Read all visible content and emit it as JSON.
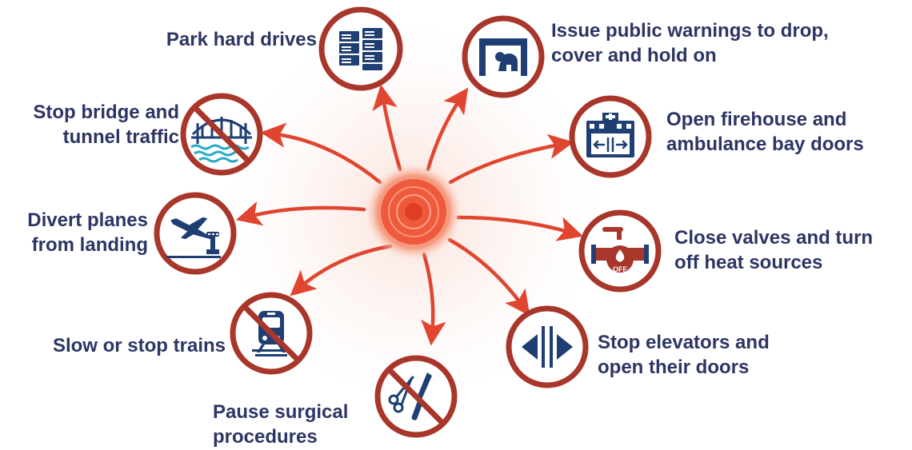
{
  "colors": {
    "accent": "#c0392b",
    "arrow": "#e0452f",
    "icon_ring": "#a8362a",
    "icon_navy": "#1f3f73",
    "water": "#2aa9c9",
    "text": "#2c3564",
    "glow": "#f08060"
  },
  "center": {
    "icon": "earthquake-epicenter-icon"
  },
  "actions": [
    {
      "id": "hard-drives",
      "icon": "server-rack-icon",
      "lines": [
        "Park hard drives"
      ]
    },
    {
      "id": "public-warnings",
      "icon": "drop-cover-hold-icon",
      "lines": [
        "Issue public warnings to drop,",
        "cover and hold on"
      ]
    },
    {
      "id": "firehouse",
      "icon": "firehouse-door-icon",
      "lines": [
        "Open firehouse and",
        "ambulance bay doors"
      ]
    },
    {
      "id": "valves",
      "icon": "gas-valve-off-icon",
      "lines": [
        "Close valves and turn",
        "off heat sources"
      ]
    },
    {
      "id": "elevators",
      "icon": "elevator-doors-icon",
      "lines": [
        "Stop elevators and",
        "open their doors"
      ]
    },
    {
      "id": "surgery",
      "icon": "no-surgery-icon",
      "lines": [
        "Pause surgical",
        "procedures"
      ]
    },
    {
      "id": "trains",
      "icon": "no-train-icon",
      "lines": [
        "Slow or stop trains"
      ]
    },
    {
      "id": "planes",
      "icon": "plane-tower-icon",
      "lines": [
        "Divert planes",
        "from landing"
      ]
    },
    {
      "id": "bridge",
      "icon": "no-bridge-icon",
      "lines": [
        "Stop bridge and",
        "tunnel traffic"
      ]
    }
  ]
}
